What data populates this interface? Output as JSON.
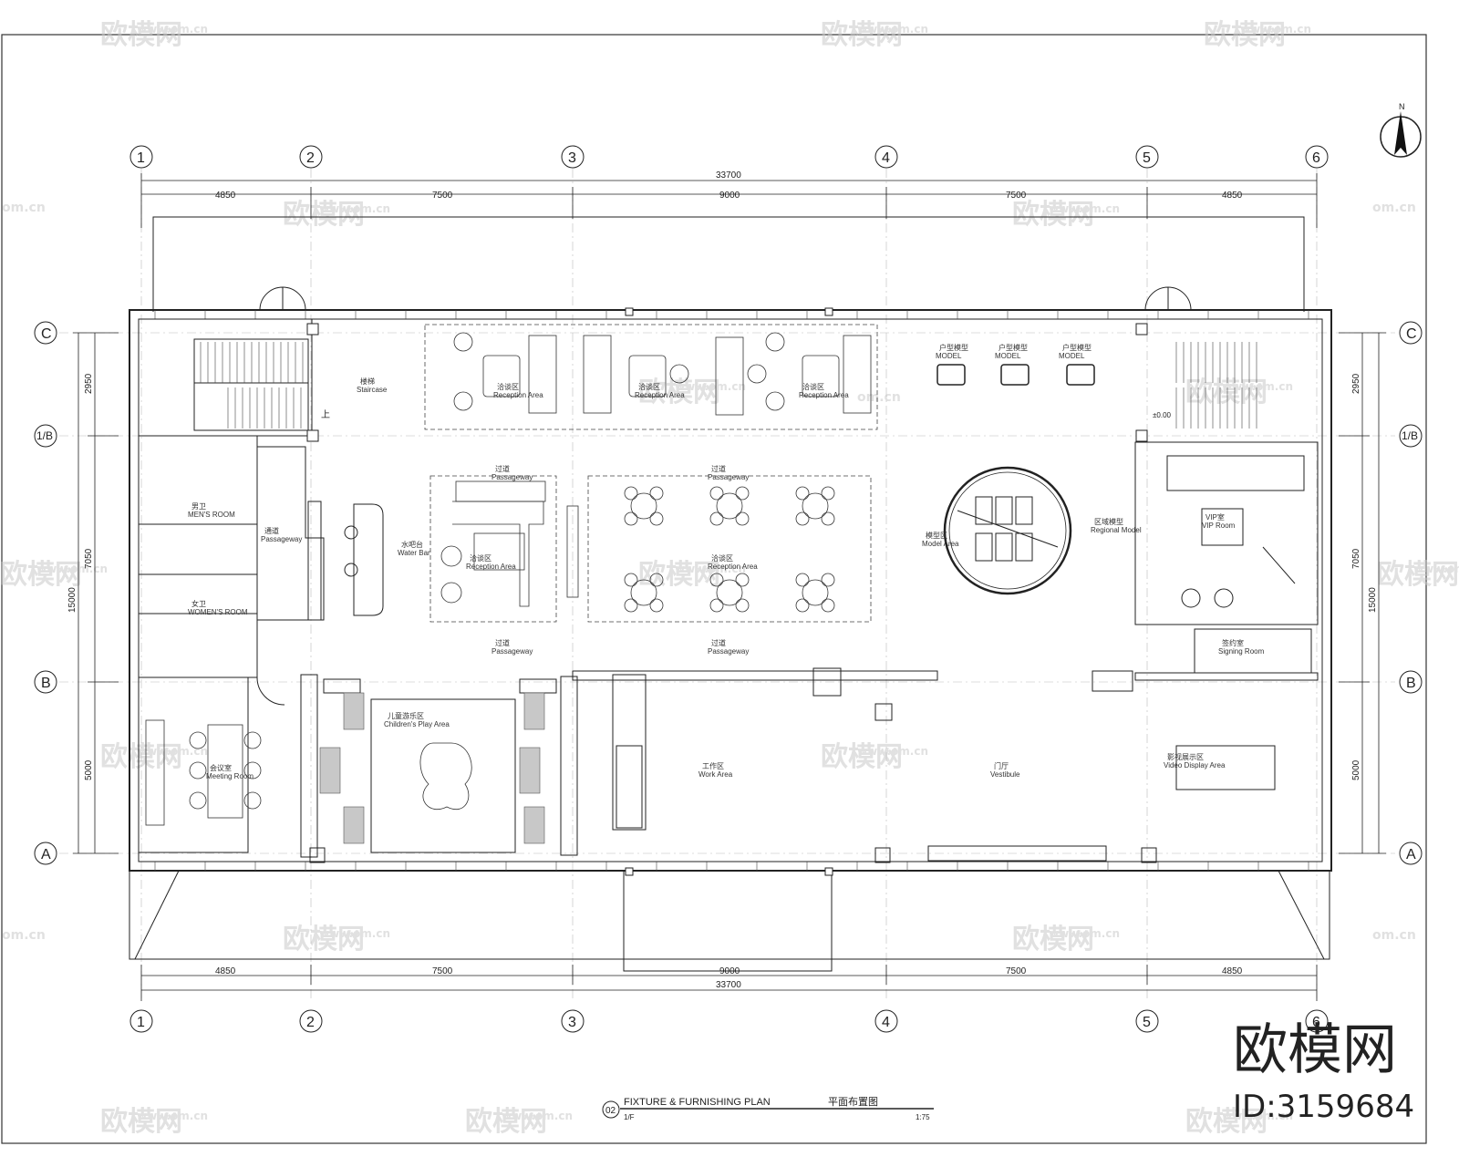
{
  "drawing": {
    "title_en": "FIXTURE & FURNISHING  PLAN",
    "title_cn": "平面布置图",
    "drawing_no": "02",
    "level": "1/F",
    "scale": "1:75"
  },
  "axes": {
    "columns": [
      "1",
      "2",
      "3",
      "4",
      "5",
      "6"
    ],
    "rows": [
      "C",
      "1/B",
      "B",
      "A"
    ]
  },
  "dimensions": {
    "total_width": "33700",
    "bays_horizontal": [
      "4850",
      "7500",
      "9000",
      "7500",
      "4850"
    ],
    "total_depth": "15000",
    "bays_vertical": [
      "2950",
      "7050",
      "5000"
    ]
  },
  "rooms": [
    {
      "cn": "楼梯",
      "en": "Staircase"
    },
    {
      "cn": "洽谈区",
      "en": "Reception Area"
    },
    {
      "cn": "洽谈区",
      "en": "Reception Area"
    },
    {
      "cn": "洽谈区",
      "en": "Reception Area"
    },
    {
      "cn": "户型模型",
      "en": "MODEL"
    },
    {
      "cn": "户型模型",
      "en": "MODEL"
    },
    {
      "cn": "户型模型",
      "en": "MODEL"
    },
    {
      "cn": "男卫",
      "en": "MEN'S ROOM"
    },
    {
      "cn": "女卫",
      "en": "WOMEN'S ROOM"
    },
    {
      "cn": "通道",
      "en": "Passageway"
    },
    {
      "cn": "水吧台",
      "en": "Water Bar"
    },
    {
      "cn": "过道",
      "en": "Passageway"
    },
    {
      "cn": "过道",
      "en": "Passageway"
    },
    {
      "cn": "过道",
      "en": "Passageway"
    },
    {
      "cn": "过道",
      "en": "Passageway"
    },
    {
      "cn": "洽谈区",
      "en": "Reception Area"
    },
    {
      "cn": "洽谈区",
      "en": "Reception Area"
    },
    {
      "cn": "模型区",
      "en": "Model Area"
    },
    {
      "cn": "区域模型",
      "en": "Regional Model"
    },
    {
      "cn": "VIP室",
      "en": "VIP Room"
    },
    {
      "cn": "会议室",
      "en": "Meeting Room"
    },
    {
      "cn": "儿童游乐区",
      "en": "Children's Play Area"
    },
    {
      "cn": "工作区",
      "en": "Work Area"
    },
    {
      "cn": "门厅",
      "en": "Vestibule"
    },
    {
      "cn": "影视展示区",
      "en": "Video Display Area"
    },
    {
      "cn": "签约室",
      "en": "Signing Room"
    }
  ],
  "marks": {
    "up": "上",
    "north": "N",
    "level_tag": "±0.00"
  },
  "watermark": {
    "brand": "欧模网",
    "url": "www.om.cn",
    "domain": "om.cn",
    "id_label": "ID:3159684"
  }
}
